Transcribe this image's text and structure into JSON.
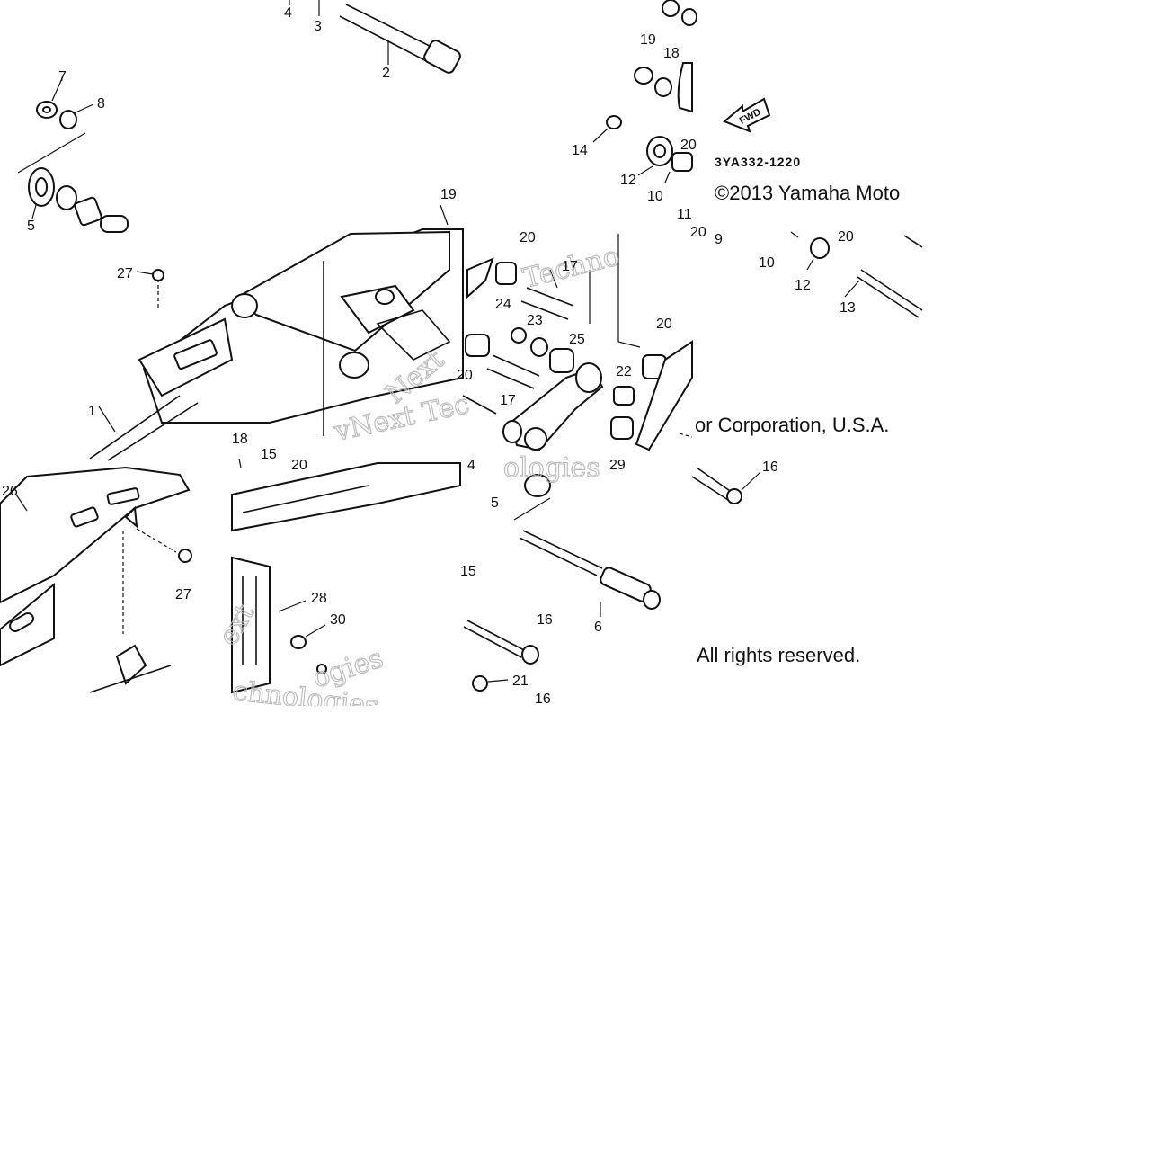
{
  "diagram": {
    "part_code": "3YA332-1220",
    "fwd_label": "FWD",
    "copyright": {
      "line1": "©2013 Yamaha Moto",
      "line2": "or Corporation, U.S.A.",
      "line3": "All rights reserved."
    },
    "watermark": {
      "w1": "vNext Tec",
      "w2": "Techno",
      "w3": "ologies",
      "w4": "ext",
      "w5": "ogies",
      "w6": "chnologies",
      "w7": "Next"
    },
    "callouts": [
      "4",
      "3",
      "2",
      "7",
      "8",
      "5",
      "19",
      "18",
      "14",
      "12",
      "20",
      "10",
      "11",
      "19",
      "27",
      "20",
      "17",
      "24",
      "23",
      "25",
      "20",
      "22",
      "17",
      "1",
      "18",
      "15",
      "26",
      "27",
      "28",
      "30",
      "15",
      "16",
      "21",
      "16",
      "4",
      "5",
      "6",
      "16",
      "9",
      "10",
      "12",
      "20",
      "13",
      "20",
      "20",
      "29",
      "20"
    ]
  }
}
